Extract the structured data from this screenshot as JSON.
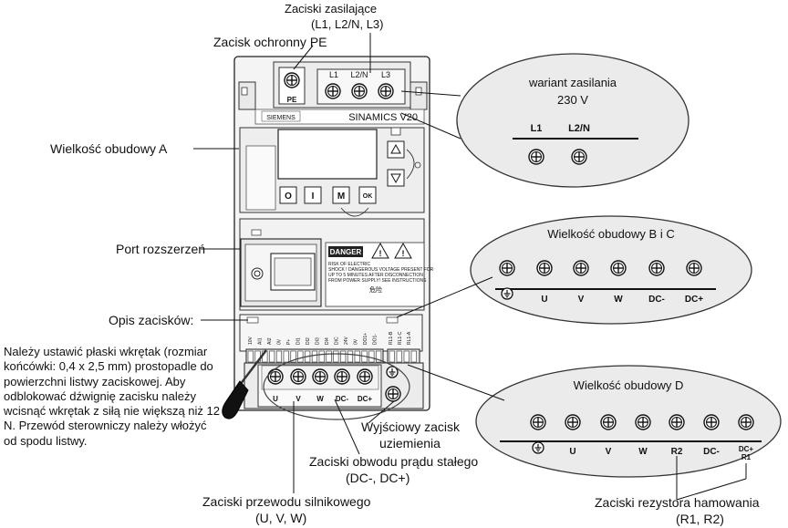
{
  "labels": {
    "supply_terminals": "Zaciski zasilające",
    "supply_terminals_sub": "(L1, L2/N, L3)",
    "pe_terminal": "Zacisk ochronny PE",
    "frame_a": "Wielkość obudowy A",
    "expansion_port": "Port rozszerzeń",
    "terminal_desc": "Opis zacisków:",
    "screwdriver_note": "Należy ustawić płaski wkrętak (rozmiar końcówki: 0,4 x 2,5 mm) prostopadle do powierzchni listwy zaciskowej. Aby odblokować dźwignię zacisku należy wcisnąć wkrętak z siłą nie większą niż 12 N. Przewód sterowniczy należy włożyć od spodu listwy.",
    "output_ground_1": "Wyjściowy zacisk",
    "output_ground_2": "uziemienia",
    "dc_circuit_1": "Zaciski obwodu prądu stałego",
    "dc_circuit_2": "(DC-, DC+)",
    "motor_terminals_1": "Zaciski przewodu silnikowego",
    "motor_terminals_2": "(U, V, W)",
    "brake_resistor_1": "Zaciski rezystora hamowania",
    "brake_resistor_2": "(R1, R2)"
  },
  "device": {
    "brand": "SIEMENS",
    "model": "SINAMICS V20",
    "pe": "PE",
    "supply": [
      "L1",
      "L2/N",
      "L3"
    ],
    "keys": [
      "O",
      "I",
      "M",
      "OK"
    ],
    "motor": [
      "U",
      "V",
      "W",
      "DC-",
      "DC+"
    ],
    "danger": "DANGER",
    "danger_text": [
      "RISK OF ELECTRIC",
      "SHOCK ! DANGEROUS VOLTAGE PRESENT FOR",
      "UP TO 5 MINUTES AFTER DISCONNECTION",
      "FROM POWER SUPPLY! SEE INSTRUCTIONS"
    ],
    "danger_cn": "危险",
    "control_terminals": [
      "10V",
      "AI1",
      "AI2",
      "0V",
      "P+",
      "DI1",
      "DI2",
      "DI3",
      "DI4",
      "DIC",
      "24V",
      "0V",
      "DO1+",
      "DO1-"
    ],
    "relay_terminals": [
      "RL1-B",
      "RL1-C",
      "RL1-A"
    ]
  },
  "bubble_supply": {
    "title": "wariant zasilania",
    "voltage": "230 V",
    "terminals": [
      "L1",
      "L2/N"
    ]
  },
  "bubble_bc": {
    "title": "Wielkość obudowy B i C",
    "terminals": [
      "U",
      "V",
      "W",
      "DC-",
      "DC+"
    ]
  },
  "bubble_d": {
    "title": "Wielkość obudowy D",
    "terminals": [
      "U",
      "V",
      "W",
      "R2",
      "DC-",
      "DC+",
      "R1"
    ]
  }
}
